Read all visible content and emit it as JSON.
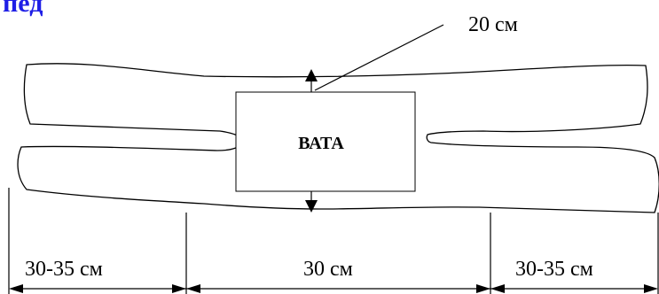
{
  "title": "пед",
  "leader_label": "20 см",
  "pad_label": "ВАТА",
  "dimensions": {
    "left": "30-35 см",
    "center": "30 см",
    "right": "30-35 см"
  },
  "colors": {
    "title": "#1f1fe6",
    "lines": "#000000"
  }
}
